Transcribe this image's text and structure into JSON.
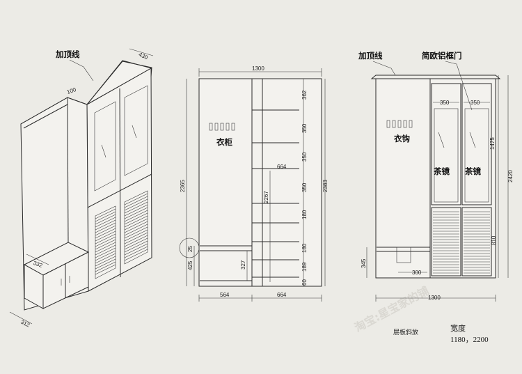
{
  "iso_view": {
    "top_line_label": "加顶线",
    "dim_top_depth": "430",
    "dim_bevel": "100",
    "dim_bench_depth": "332",
    "dim_base_depth": "312"
  },
  "front_view": {
    "width_total": "1300",
    "label_wardrobe": "衣柜",
    "dims_right_shelves": [
      "362",
      "350",
      "350",
      "350",
      "180",
      "180",
      "189",
      "60"
    ],
    "dim_inner_width": "664",
    "dim_inner_height": "2267",
    "dim_left_height": "2365",
    "dim_right_height": "2383",
    "dim_circle": "25",
    "dim_bench_height": "425",
    "dim_bench_inner": "327",
    "dim_bottom_left": "564",
    "dim_bottom_right": "664"
  },
  "door_view": {
    "top_line_label": "加顶线",
    "frame_label": "简欧铝框门",
    "label_hook": "衣钩",
    "dim_door_left": "350",
    "dim_door_right": "350",
    "label_mirror_left": "茶镜",
    "label_mirror_right": "茶镜",
    "dim_upper_height": "1475",
    "dim_total_height": "2420",
    "dim_lower_height": "810",
    "dim_bench_height": "345",
    "dim_bench_width": "300",
    "dim_total_width": "1300",
    "watermark": "淘宝:星宝家的铺"
  },
  "notes": {
    "shelf_note": "层板斜放",
    "width_label": "宽度",
    "width_values": "1180，2200"
  }
}
